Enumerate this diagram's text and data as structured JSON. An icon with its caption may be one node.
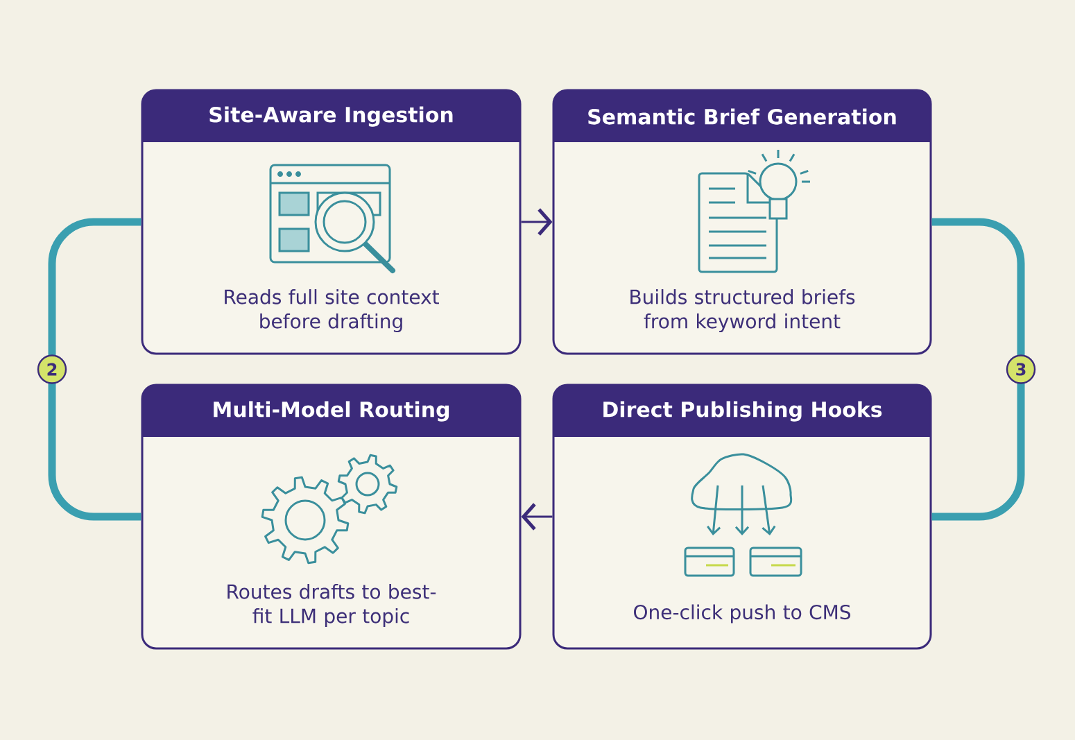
{
  "diagram": {
    "nodes": [
      {
        "text": [
          "Site-Aware Ingestion",
          "Reads full site context before drafting"
        ]
      },
      {
        "text": [
          "Semantic Brief Generation",
          "Builds structured briefs from keyword intent"
        ]
      },
      {
        "text": [
          "Multi-Model Routing",
          "Routes drafts to best-fit LLM per topic"
        ]
      },
      {
        "text": [
          "Direct Publishing Hooks",
          "One-click push to CMS"
        ]
      }
    ],
    "edges": [
      {
        "from": 0,
        "to": 1,
        "arrow": "to",
        "color": "#3b2a7a"
      },
      {
        "from": 3,
        "to": 2,
        "arrow": "to",
        "color": "#3b2a7a"
      },
      {
        "from": 0,
        "to": 2,
        "arrow": "none",
        "label": "2",
        "style": "thick",
        "color": "#3a9fb0"
      },
      {
        "from": 1,
        "to": 3,
        "arrow": "none",
        "label": "3",
        "style": "thick",
        "color": "#3a9fb0"
      }
    ]
  }
}
